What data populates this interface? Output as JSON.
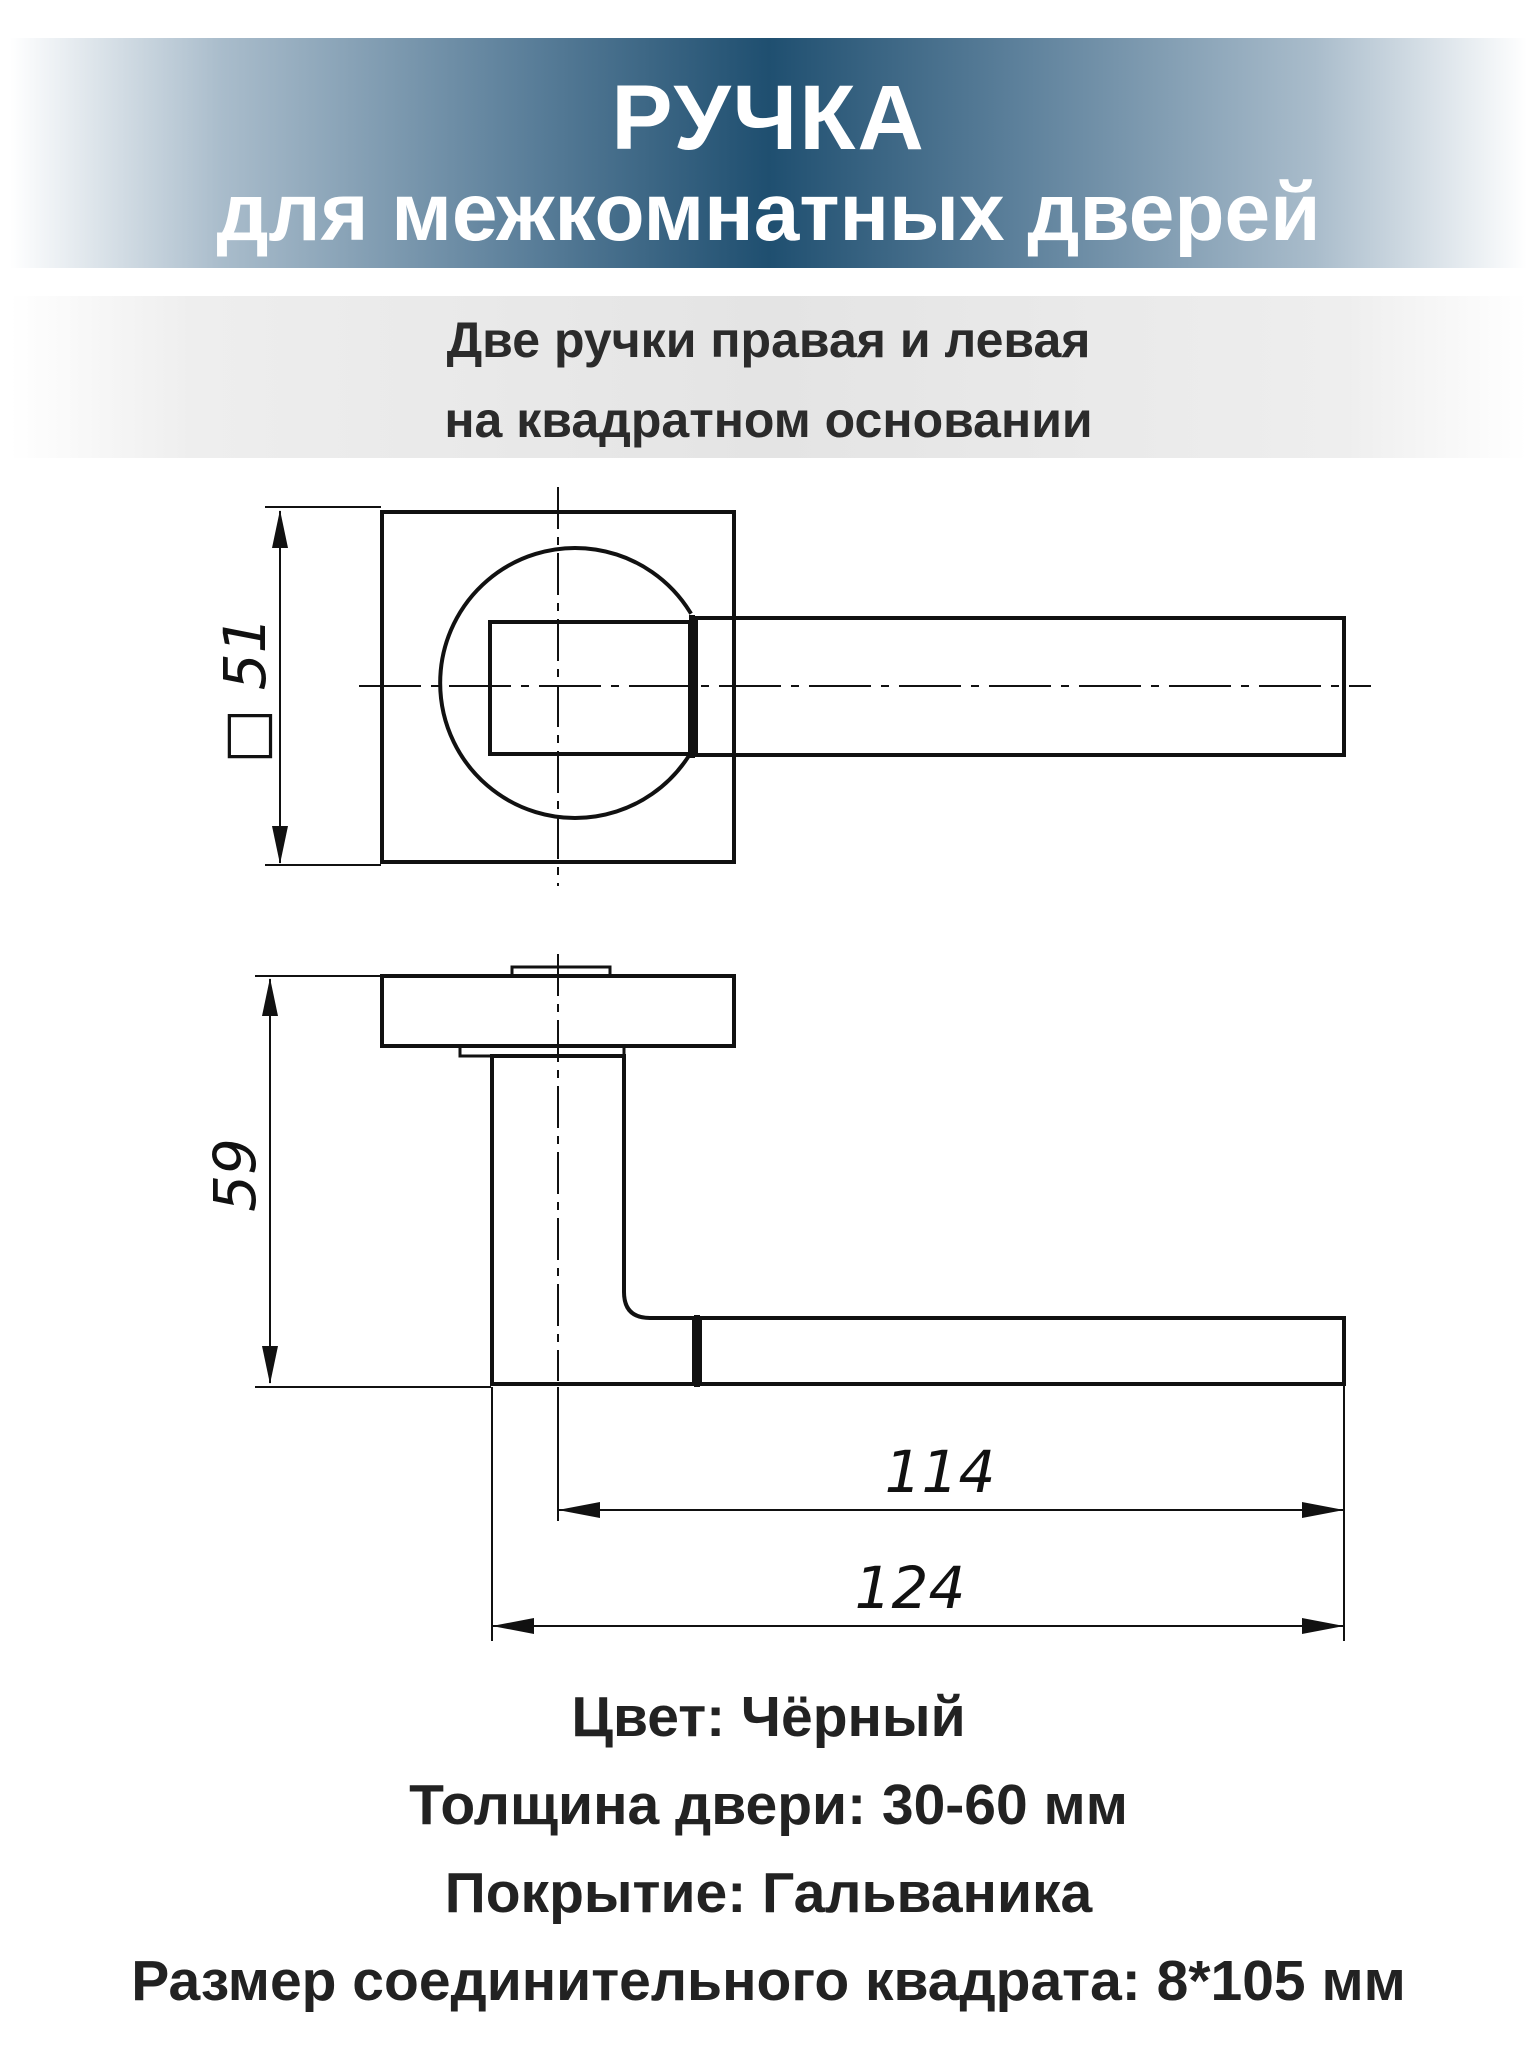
{
  "header": {
    "title": "РУЧКА",
    "subtitle": "для межкомнатных дверей"
  },
  "description": {
    "line1": "Две ручки правая и левая",
    "line2": "на квадратном основании"
  },
  "dimensions": {
    "base_square": "□ 51",
    "height": "59",
    "lever_length": "114",
    "total_length": "124"
  },
  "specs": {
    "color": "Цвет: Чёрный",
    "door_thickness": "Толщина двери: 30-60 мм",
    "coating": "Покрытие: Гальваника",
    "spindle_size": "Размер соединительного квадрата: 8*105 мм"
  }
}
